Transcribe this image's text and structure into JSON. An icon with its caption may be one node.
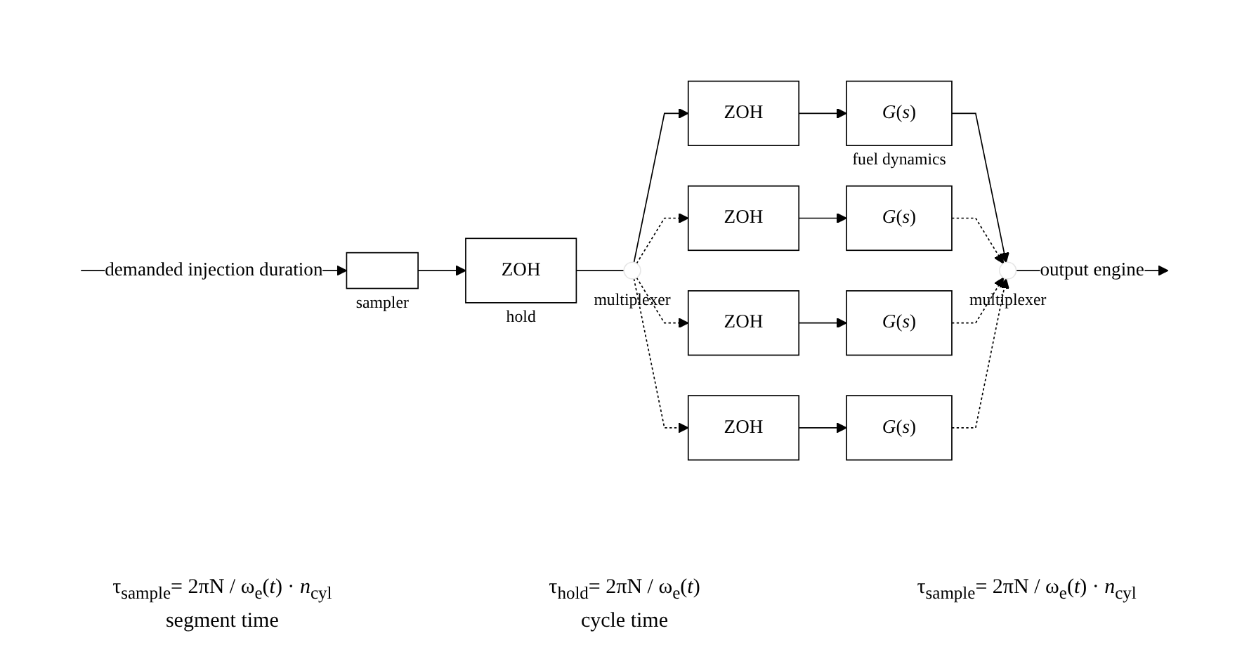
{
  "diagram": {
    "nodes": [
      {
        "text": [],
        "shape": "box",
        "beside": [
          "sampler"
        ]
      },
      {
        "text": [
          "ZOH"
        ],
        "beside": [
          "hold"
        ]
      },
      {
        "text": [],
        "shape": "circle",
        "beside": [
          "multiplexer"
        ]
      },
      {
        "text": [
          "ZOH"
        ]
      },
      {
        "text": [
          "ZOH"
        ]
      },
      {
        "text": [
          "ZOH"
        ]
      },
      {
        "text": [
          "ZOH"
        ]
      },
      {
        "text": [
          "*G*(*s*)"
        ],
        "beside": [
          "fuel dynamics"
        ]
      },
      {
        "text": [
          "*G*(*s*)"
        ]
      },
      {
        "text": [
          "*G*(*s*)"
        ]
      },
      {
        "text": [
          "*G*(*s*)"
        ]
      },
      {
        "text": [],
        "shape": "circle",
        "beside": [
          "multiplexer"
        ]
      }
    ],
    "edges": [
      {
        "from": null,
        "to": 0,
        "arrow": "to",
        "label": "demanded injection duration"
      },
      {
        "from": 0,
        "to": 1,
        "arrow": "to"
      },
      {
        "from": 1,
        "to": 2,
        "arrow": "none"
      },
      {
        "from": 2,
        "to": 3,
        "arrow": "to"
      },
      {
        "from": 2,
        "to": 4,
        "arrow": "to",
        "style": "dashed"
      },
      {
        "from": 2,
        "to": 5,
        "arrow": "to",
        "style": "dashed"
      },
      {
        "from": 2,
        "to": 6,
        "arrow": "to",
        "style": "dashed"
      },
      {
        "from": 3,
        "to": 7,
        "arrow": "to"
      },
      {
        "from": 4,
        "to": 8,
        "arrow": "to"
      },
      {
        "from": 5,
        "to": 9,
        "arrow": "to"
      },
      {
        "from": 6,
        "to": 10,
        "arrow": "to"
      },
      {
        "from": 7,
        "to": 11,
        "arrow": "to"
      },
      {
        "from": 8,
        "to": 11,
        "arrow": "to",
        "style": "dashed"
      },
      {
        "from": 9,
        "to": 11,
        "arrow": "to",
        "style": "dashed"
      },
      {
        "from": 10,
        "to": 11,
        "arrow": "to",
        "style": "dashed"
      },
      {
        "from": 11,
        "to": null,
        "arrow": "to",
        "label": "output engine"
      }
    ],
    "labels": [
      "τ$_{sample}$= 2πN / ω$_{e}$(*t*) · *n*$_{cyl}$",
      "τ$_{hold}$= 2πN / ω$_{e}$(*t*)",
      "τ$_{sample}$= 2πN / ω$_{e}$(*t*) · *n*$_{cyl}$",
      "segment time",
      "cycle time"
    ]
  }
}
